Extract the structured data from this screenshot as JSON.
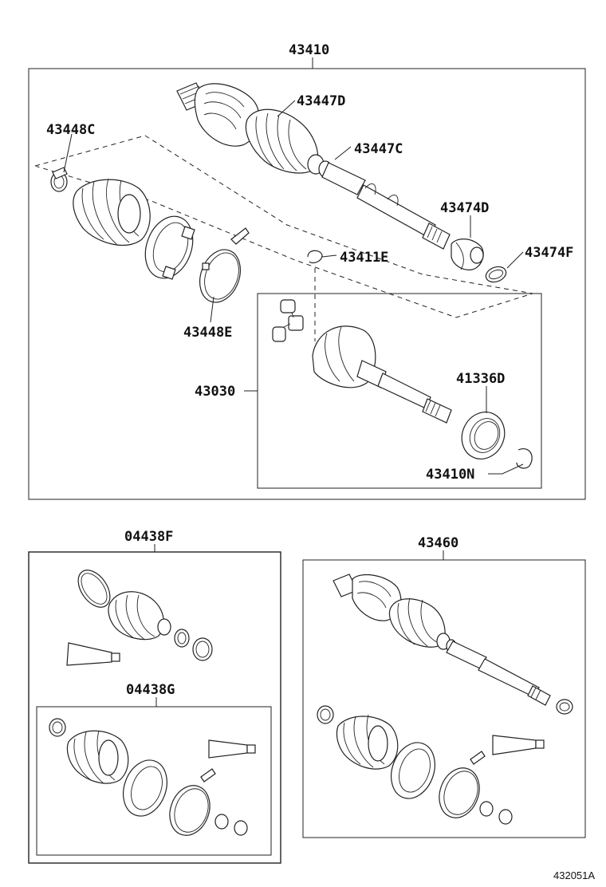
{
  "labels": {
    "main_assembly": "43410",
    "boot_outer": "43447D",
    "boot_inner": "43447C",
    "clamp_c": "43448C",
    "damper": "43474D",
    "ring_f": "43474F",
    "snap_ring": "43411E",
    "clamp_e": "43448E",
    "inner_joint": "43030",
    "bearing": "41336D",
    "snap_n": "43410N",
    "boot_kit_f": "04438F",
    "boot_kit_g": "04438G",
    "other_shaft": "43460"
  },
  "diagram_code": "432051A"
}
